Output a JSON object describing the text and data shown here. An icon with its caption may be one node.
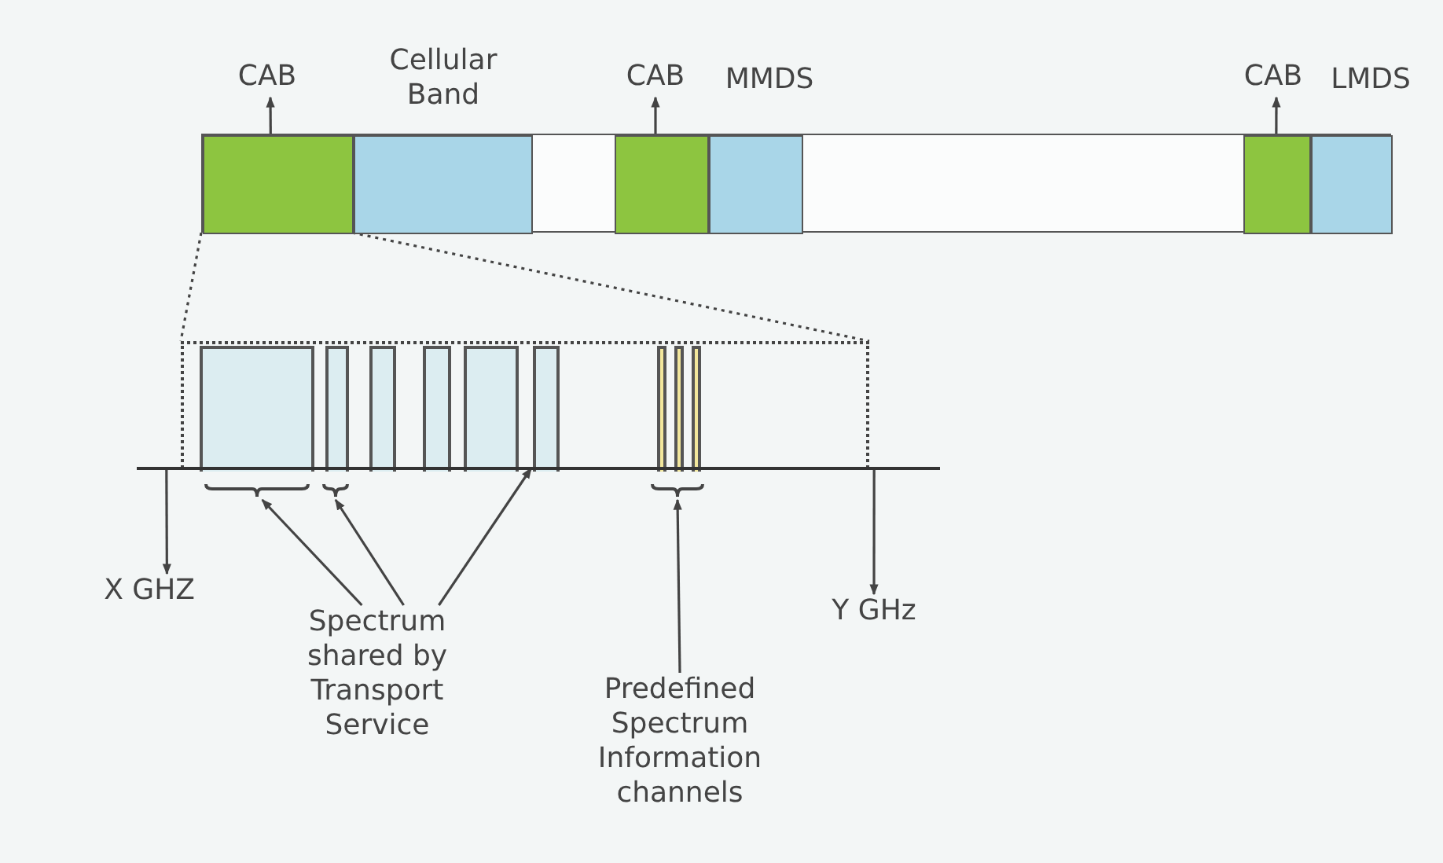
{
  "diagram": {
    "nodes": [
      {
        "text": [
          "CAB"
        ]
      },
      {
        "text": [
          "Cellular Band"
        ]
      },
      {
        "text": [
          "CAB"
        ]
      },
      {
        "text": [
          "MMDS"
        ]
      },
      {
        "text": [
          "CAB"
        ]
      },
      {
        "text": [
          "LMDS"
        ]
      },
      {
        "text": [],
        "shape": "bar"
      },
      {
        "text": [],
        "shape": "box",
        "in": 6
      },
      {
        "text": [],
        "shape": "box",
        "in": 6
      },
      {
        "text": [],
        "shape": "box",
        "in": 6
      },
      {
        "text": [],
        "shape": "box",
        "in": 6
      },
      {
        "text": [],
        "shape": "box",
        "in": 6
      },
      {
        "text": [],
        "shape": "box",
        "in": 6
      },
      {
        "text": [],
        "shape": "box"
      },
      {
        "text": [],
        "shape": "bar",
        "in": 13
      },
      {
        "text": [],
        "shape": "bar",
        "in": 13
      },
      {
        "text": [],
        "shape": "bar",
        "in": 13
      },
      {
        "text": [],
        "shape": "bar",
        "in": 13
      },
      {
        "text": [],
        "shape": "bar",
        "in": 13
      },
      {
        "text": [],
        "shape": "bar",
        "in": 13
      },
      {
        "text": [],
        "shape": "bar",
        "in": 13
      },
      {
        "text": [],
        "shape": "bar",
        "in": 13
      },
      {
        "text": [],
        "shape": "bar",
        "in": 13
      },
      {
        "text": [],
        "shape": "brace"
      },
      {
        "text": [],
        "shape": "brace"
      },
      {
        "text": [],
        "shape": "brace"
      },
      {
        "text": [
          "X GHZ"
        ]
      },
      {
        "text": [
          "Spectrum shared by Transport Service"
        ]
      },
      {
        "text": [
          "Y GHz"
        ]
      },
      {
        "text": [
          "Predefined Spectrum Information channels"
        ]
      },
      {
        "text": [],
        "shape": "line"
      }
    ],
    "edges": [
      {
        "from": 7,
        "to": 0,
        "arrow": "to"
      },
      {
        "from": 9,
        "to": 2,
        "arrow": "to"
      },
      {
        "from": 11,
        "to": 4,
        "arrow": "to"
      },
      {
        "from": 7,
        "to": 13,
        "arrow": "none",
        "style": "dashed"
      },
      {
        "from": 7,
        "to": 13,
        "arrow": "none",
        "style": "dashed"
      },
      {
        "from": 30,
        "to": 26,
        "arrow": "to"
      },
      {
        "from": 27,
        "to": 23,
        "arrow": "to"
      },
      {
        "from": 27,
        "to": 24,
        "arrow": "to"
      },
      {
        "from": 27,
        "to": 19,
        "arrow": "to"
      },
      {
        "from": 29,
        "to": 25,
        "arrow": "to"
      },
      {
        "from": 30,
        "to": 28,
        "arrow": "to"
      }
    ]
  }
}
